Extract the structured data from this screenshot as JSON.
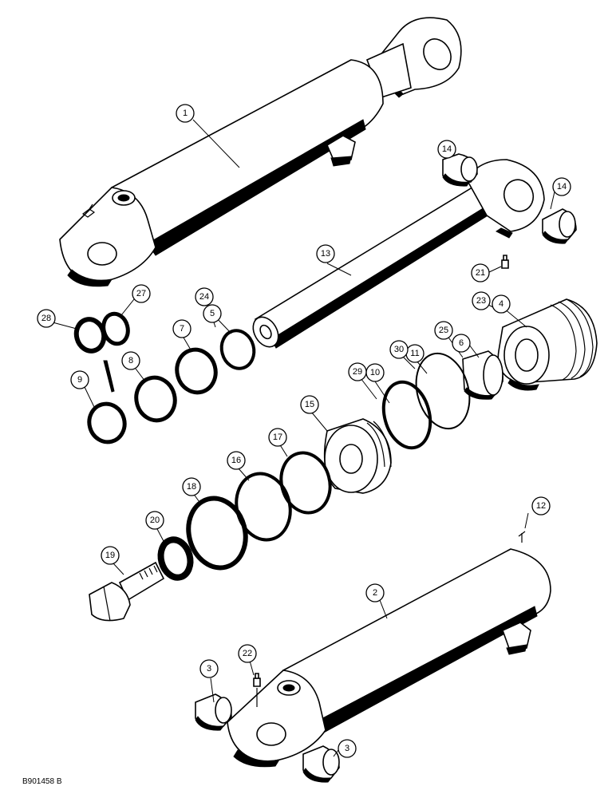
{
  "diagram": {
    "reference_code": "B901458 B",
    "callouts": [
      {
        "id": "c1",
        "label": "1"
      },
      {
        "id": "c2",
        "label": "2"
      },
      {
        "id": "c3a",
        "label": "3"
      },
      {
        "id": "c3b",
        "label": "3"
      },
      {
        "id": "c4",
        "label": "4"
      },
      {
        "id": "c5",
        "label": "5"
      },
      {
        "id": "c6",
        "label": "6"
      },
      {
        "id": "c7",
        "label": "7"
      },
      {
        "id": "c8",
        "label": "8"
      },
      {
        "id": "c9",
        "label": "9"
      },
      {
        "id": "c10",
        "label": "10"
      },
      {
        "id": "c11",
        "label": "11"
      },
      {
        "id": "c12",
        "label": "12"
      },
      {
        "id": "c13",
        "label": "13"
      },
      {
        "id": "c14a",
        "label": "14"
      },
      {
        "id": "c14b",
        "label": "14"
      },
      {
        "id": "c15",
        "label": "15"
      },
      {
        "id": "c16",
        "label": "16"
      },
      {
        "id": "c17",
        "label": "17"
      },
      {
        "id": "c18",
        "label": "18"
      },
      {
        "id": "c19",
        "label": "19"
      },
      {
        "id": "c20",
        "label": "20"
      },
      {
        "id": "c21",
        "label": "21"
      },
      {
        "id": "c22",
        "label": "22"
      },
      {
        "id": "c23",
        "label": "23"
      },
      {
        "id": "c24",
        "label": "24"
      },
      {
        "id": "c25",
        "label": "25"
      },
      {
        "id": "c27",
        "label": "27"
      },
      {
        "id": "c28",
        "label": "28"
      },
      {
        "id": "c29",
        "label": "29"
      },
      {
        "id": "c30",
        "label": "30"
      }
    ]
  }
}
